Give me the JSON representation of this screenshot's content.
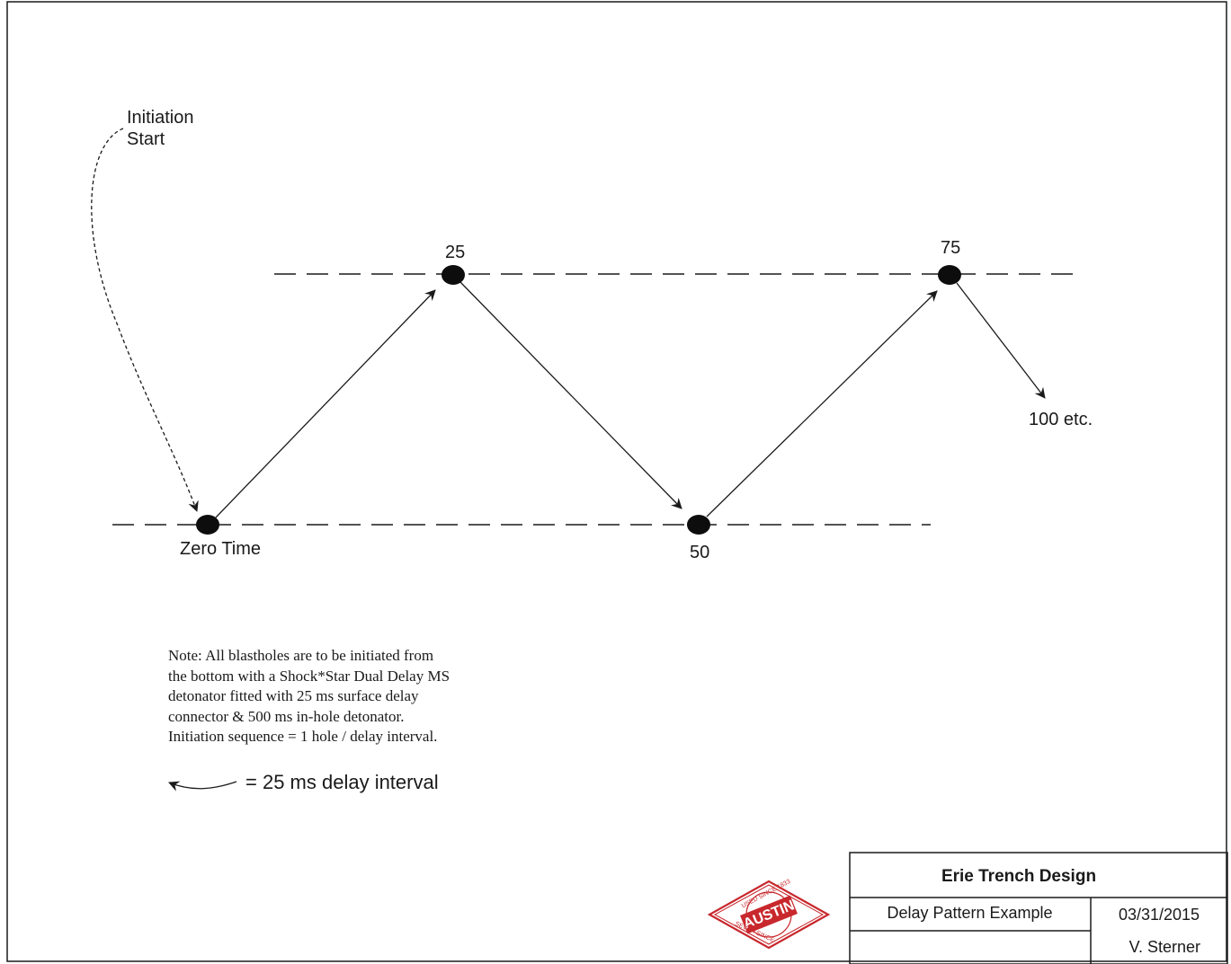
{
  "labels": {
    "initiation_line1": "Initiation",
    "initiation_line2": "Start",
    "zero_time": "Zero Time",
    "hole_25": "25",
    "hole_50": "50",
    "hole_75": "75",
    "next": "100 etc."
  },
  "note": [
    "Note:  All blastholes are to be initiated from",
    "the bottom with a Shock*Star Dual Delay MS",
    "detonator fitted with 25 ms surface delay",
    "connector & 500 ms in-hole detonator.",
    "Initiation sequence = 1 hole / delay interval."
  ],
  "legend": {
    "text": "= 25 ms delay interval"
  },
  "title_block": {
    "project": "Erie Trench Design",
    "drawing": "Delay Pattern Example",
    "date": "03/31/2015",
    "author": "V. Sterner"
  },
  "logo": {
    "brand": "AUSTIN",
    "ring_text": "USED SINCE 1833 · SEVER SINCE",
    "color": "#c8282d"
  },
  "colors": {
    "ink": "#1a1a1a",
    "logo_red": "#c8282d"
  }
}
